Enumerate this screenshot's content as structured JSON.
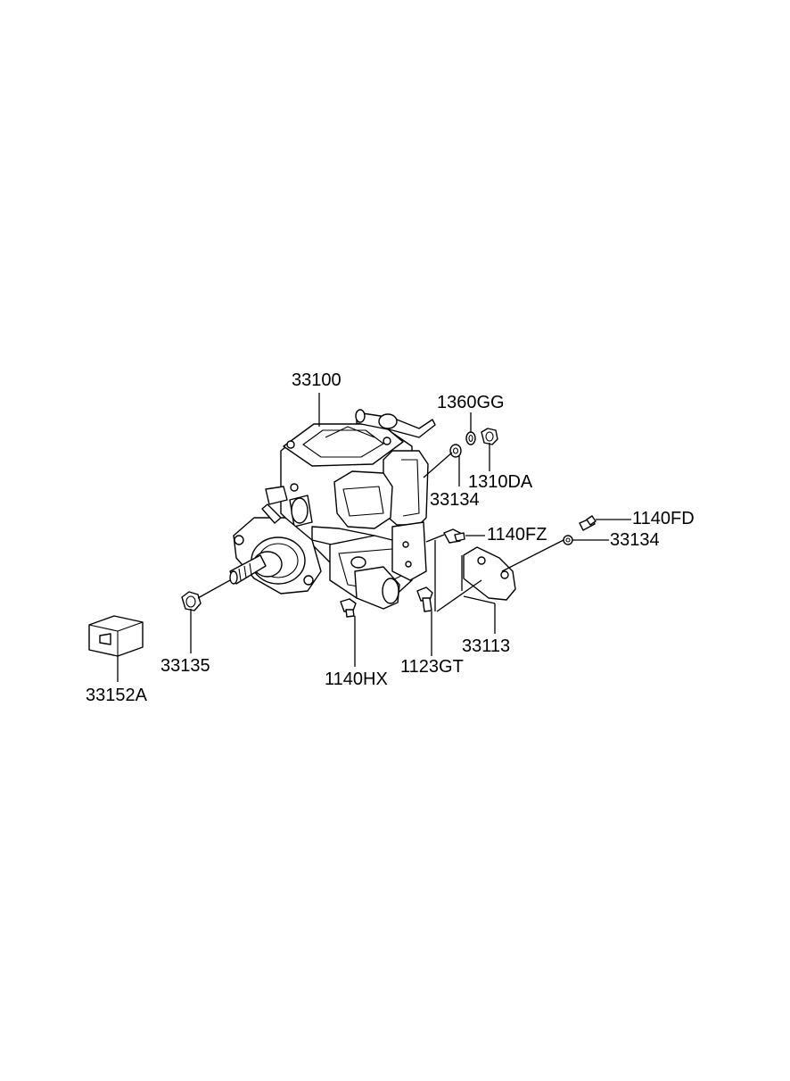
{
  "diagram": {
    "part_labels": {
      "p33100": "33100",
      "p1360GG": "1360GG",
      "p1310DA": "1310DA",
      "p33134_a": "33134",
      "p1140FD": "1140FD",
      "p1140FZ": "1140FZ",
      "p33134_b": "33134",
      "p33113": "33113",
      "p33135": "33135",
      "p1140HX": "1140HX",
      "p1123GT": "1123GT",
      "p33152A": "33152A"
    }
  }
}
